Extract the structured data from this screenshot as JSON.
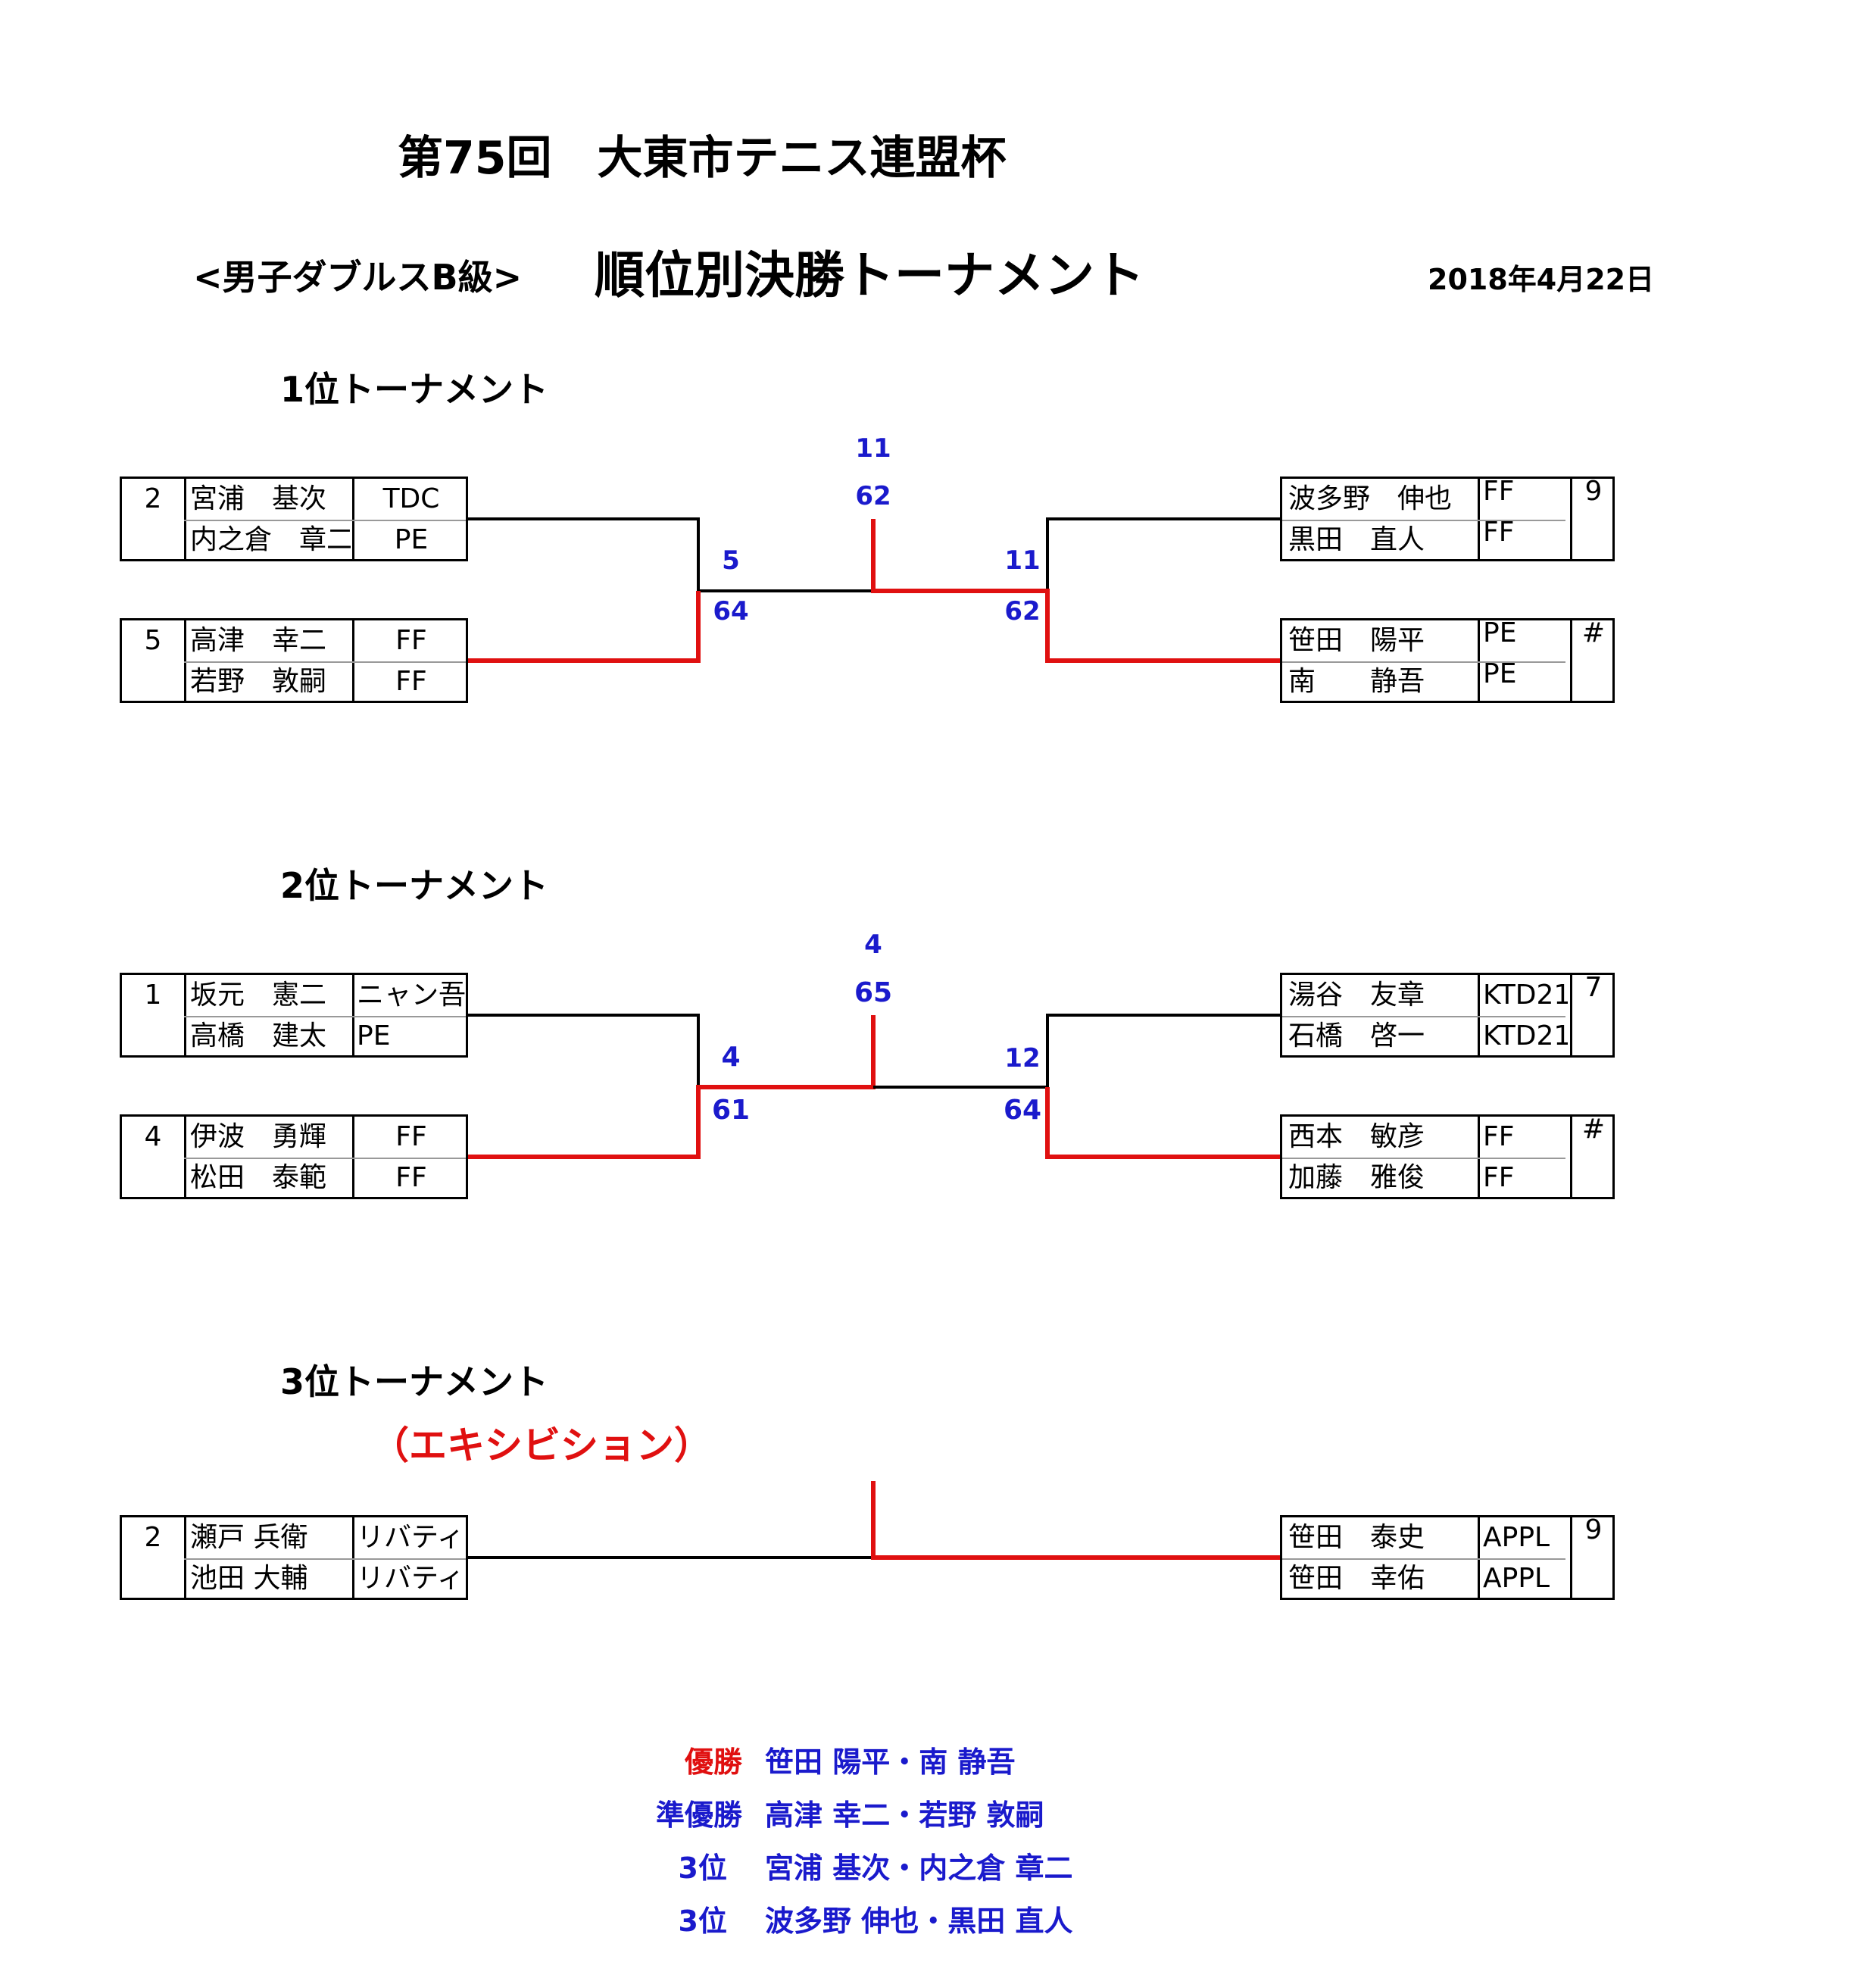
{
  "header": {
    "title": "第75回　大東市テニス連盟杯",
    "subtitle_prefix": "<男子ダブルスB級>",
    "subtitle_main": "順位別決勝トーナメント",
    "date": "2018年4月22日"
  },
  "tournaments": [
    {
      "label": "1位トーナメント",
      "left": [
        {
          "seed": "2",
          "p1": "宮浦　基次",
          "p2": "内之倉　章二",
          "t1": "TDC",
          "t2": "PE"
        },
        {
          "seed": "5",
          "p1": "高津　幸二",
          "p2": "若野　敦嗣",
          "t1": "FF",
          "t2": "FF"
        }
      ],
      "right": [
        {
          "seed": "9",
          "p1": "波多野　伸也",
          "p2": "黒田　直人",
          "t1": "FF",
          "t2": "FF"
        },
        {
          "seed": "#",
          "p1": "笹田　陽平",
          "p2": "南　　静吾",
          "t1": "PE",
          "t2": "PE"
        }
      ],
      "scores": {
        "final_top": "11",
        "final_bottom": "62",
        "left_top": "5",
        "left_bottom": "64",
        "right_top": "11",
        "right_bottom": "62"
      }
    },
    {
      "label": "2位トーナメント",
      "left": [
        {
          "seed": "1",
          "p1": "坂元　憲二",
          "p2": "高橋　建太",
          "t1": "ニャン吾",
          "t2": "PE"
        },
        {
          "seed": "4",
          "p1": "伊波　勇輝",
          "p2": "松田　泰範",
          "t1": "FF",
          "t2": "FF"
        }
      ],
      "right": [
        {
          "seed": "7",
          "p1": "湯谷　友章",
          "p2": "石橋　啓一",
          "t1": "KTD21",
          "t2": "KTD21"
        },
        {
          "seed": "#",
          "p1": "西本　敏彦",
          "p2": "加藤　雅俊",
          "t1": "FF",
          "t2": "FF"
        }
      ],
      "scores": {
        "final_top": "4",
        "final_bottom": "65",
        "left_top": "4",
        "left_bottom": "61",
        "right_top": "12",
        "right_bottom": "64"
      }
    },
    {
      "label": "3位トーナメント",
      "note": "（エキシビション）",
      "left": [
        {
          "seed": "2",
          "p1": "瀬戸 兵衛",
          "p2": "池田 大輔",
          "t1": "リバティ",
          "t2": "リバティ"
        }
      ],
      "right": [
        {
          "seed": "9",
          "p1": "笹田　泰史",
          "p2": "笹田　幸佑",
          "t1": "APPL",
          "t2": "APPL"
        }
      ]
    }
  ],
  "results": [
    {
      "label": "優勝",
      "names": "笹田 陽平・南 静吾"
    },
    {
      "label": "準優勝",
      "names": "高津 幸二・若野 敦嗣"
    },
    {
      "label": "3位",
      "names": "宮浦 基次・内之倉 章二"
    },
    {
      "label": "3位",
      "names": "波多野 伸也・黒田 直人"
    }
  ],
  "colors": {
    "winner_line": "#e01010",
    "score_text": "#1a1acc",
    "line": "#000000"
  }
}
